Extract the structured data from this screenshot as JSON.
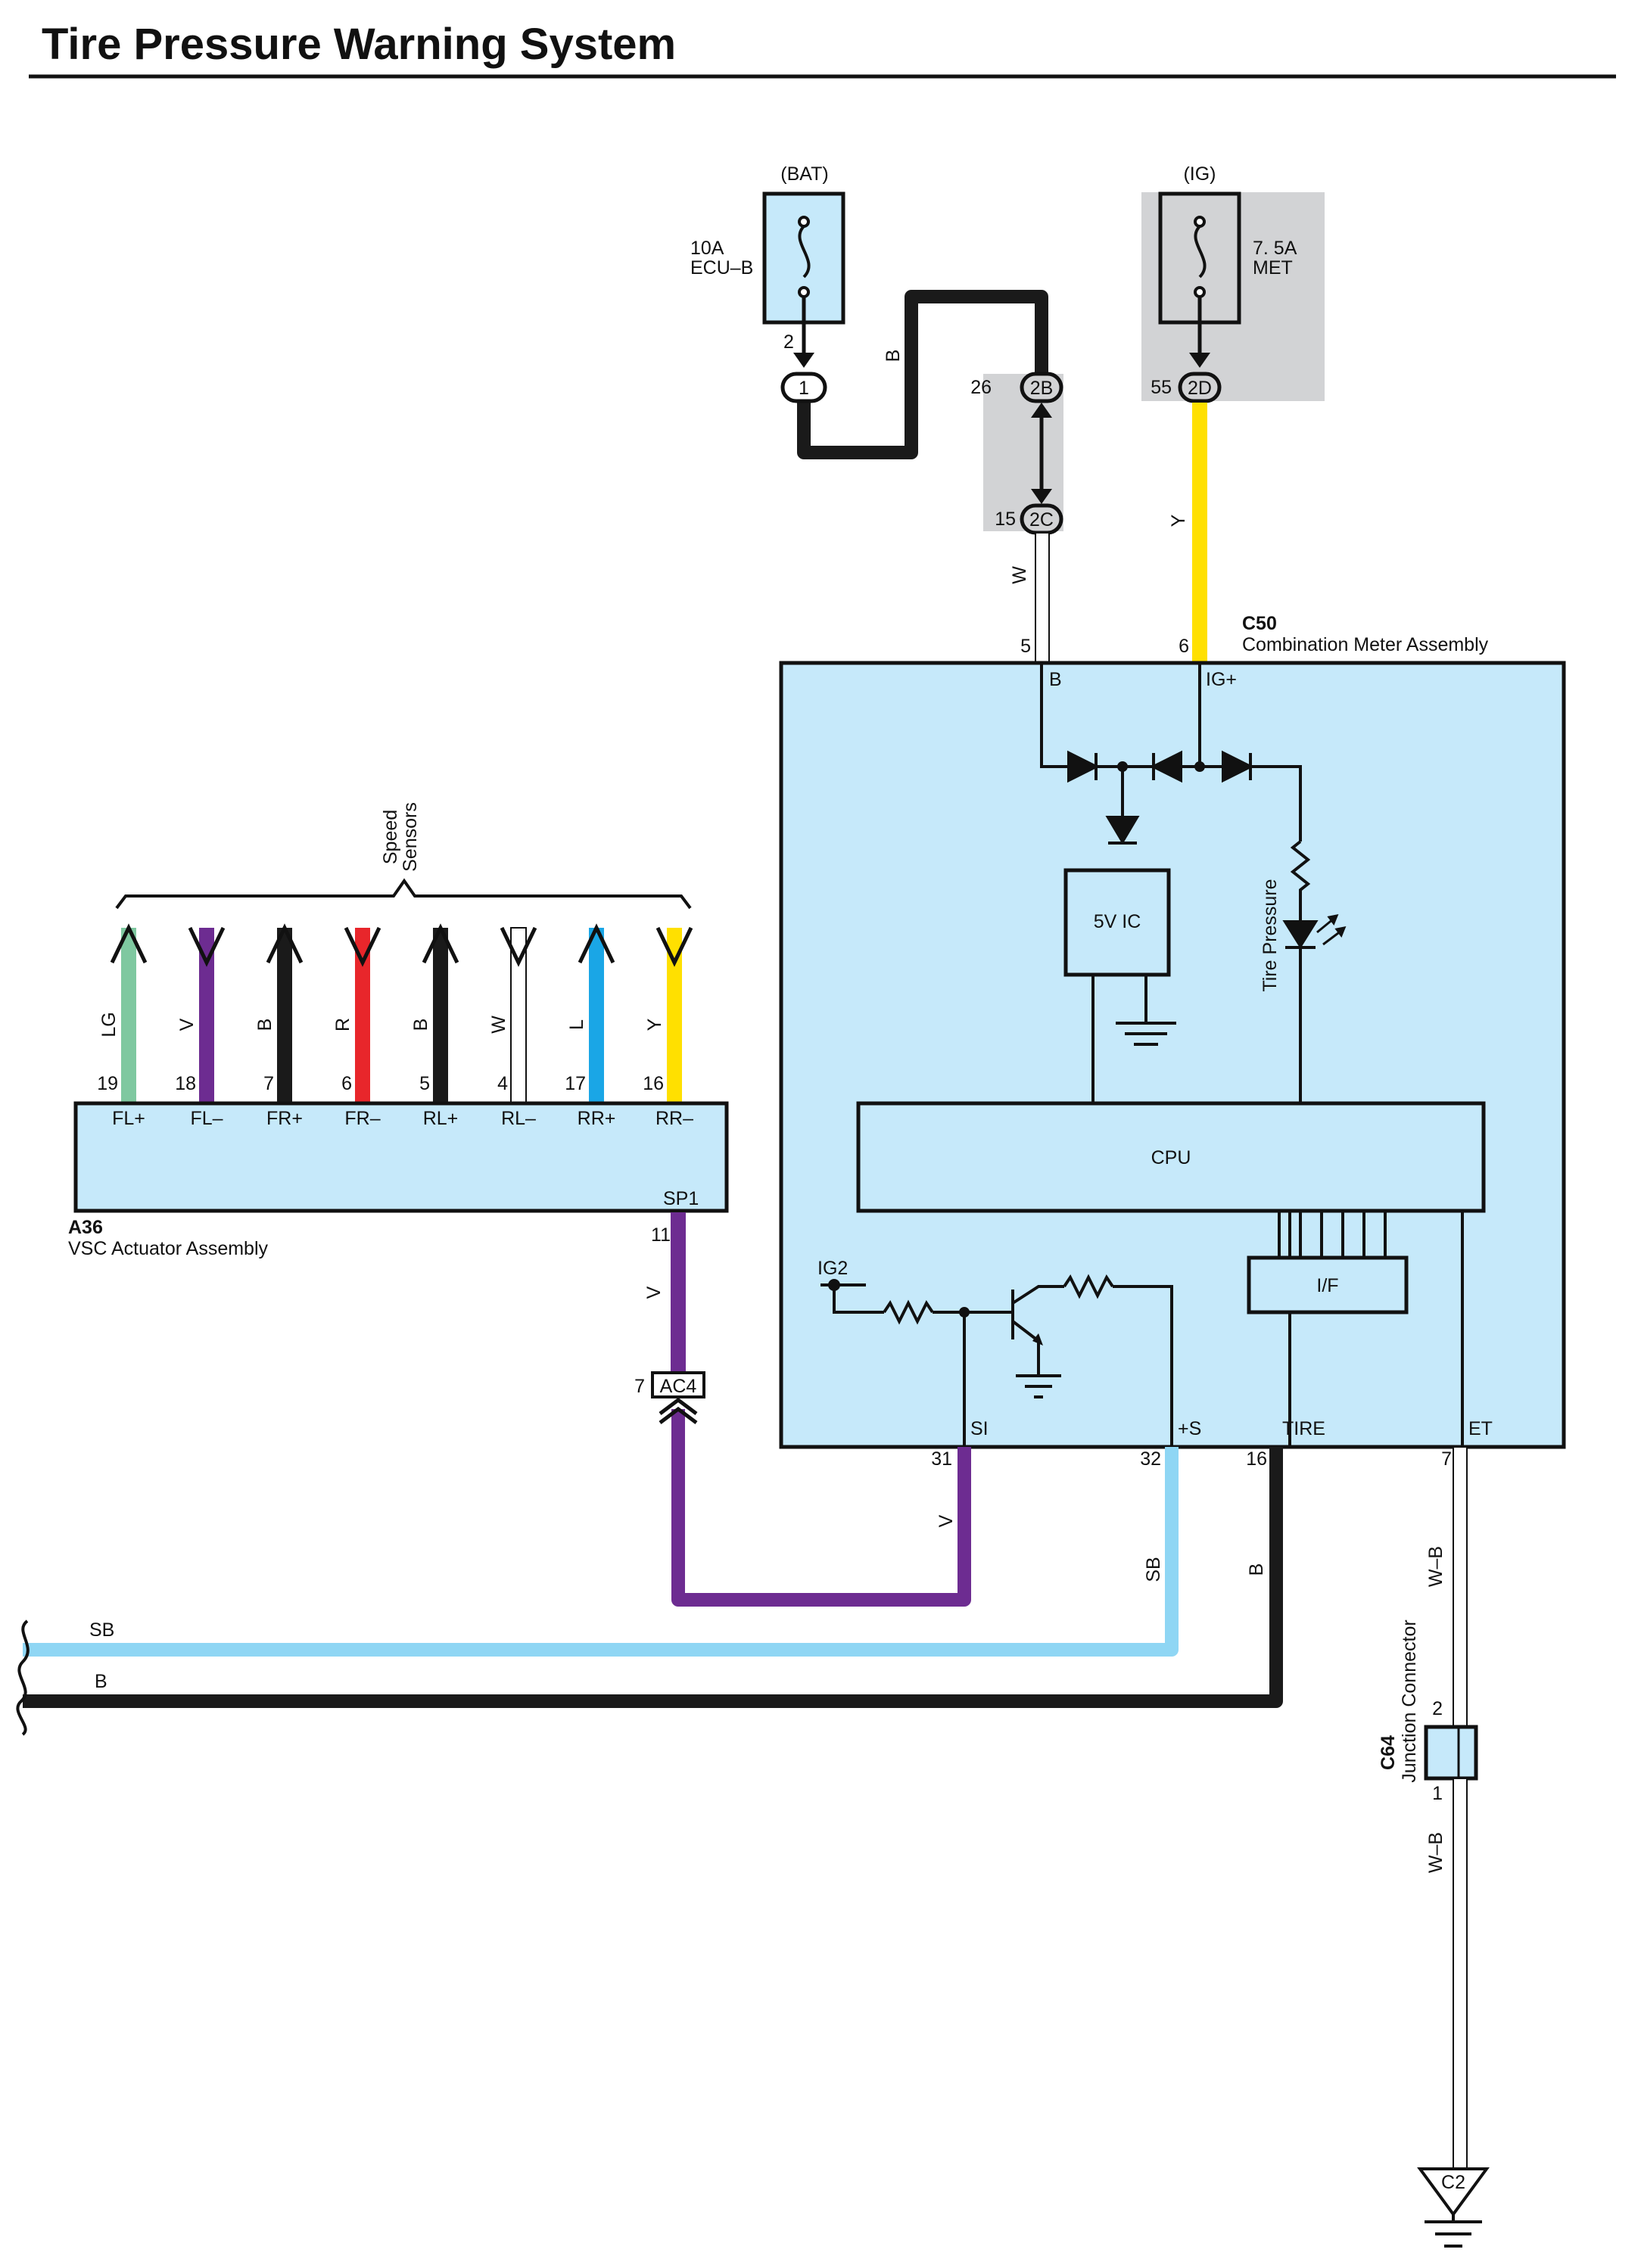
{
  "title": "Tire Pressure Warning System",
  "colors": {
    "body_fill": "#c6e9fa",
    "gray_box": "#d2d3d5",
    "wire_B": "#1a1a1a",
    "wire_W": "#ffffff",
    "wire_Y": "#ffe000",
    "wire_V": "#6d2c91",
    "wire_SB": "#8fd6f4",
    "wire_LG": "#7fc8a0",
    "wire_R": "#e8262b",
    "wire_L": "#1aa6e6",
    "wire_WB": "#ffffff"
  },
  "fuses": {
    "bat": {
      "supply": "(BAT)",
      "rating": "10A",
      "name": "ECU–B",
      "pin": "2",
      "connector": "1"
    },
    "ig": {
      "supply": "(IG)",
      "rating": "7. 5A",
      "name": "MET",
      "pin": "55",
      "connector": "2D"
    }
  },
  "junction": {
    "upper": {
      "pin": "26",
      "connector": "2B"
    },
    "lower": {
      "pin": "15",
      "connector": "2C"
    }
  },
  "wire_labels": {
    "bat_to_2b": "B",
    "w_to_meter": "W",
    "y_to_meter": "Y",
    "sp1_down": "V",
    "si_wire": "V",
    "s_wire": "SB",
    "tire_wire": "B",
    "et_upper": "W–B",
    "et_lower": "W–B",
    "sb_out": "SB",
    "b_out": "B"
  },
  "meter": {
    "code": "C50",
    "name": "Combination Meter Assembly",
    "in_pins": [
      {
        "pin": "5",
        "terminal": "B"
      },
      {
        "pin": "6",
        "terminal": "IG+"
      }
    ],
    "ic_label": "5V IC",
    "cpu_label": "CPU",
    "if_label": "I/F",
    "lamp_label": "Tire Pressure",
    "ig2_label": "IG2",
    "out_pins": [
      {
        "pin": "31",
        "terminal": "SI"
      },
      {
        "pin": "32",
        "terminal": "+S"
      },
      {
        "pin": "16",
        "terminal": "TIRE"
      },
      {
        "pin": "7",
        "terminal": "ET"
      }
    ]
  },
  "vsc": {
    "code": "A36",
    "name": "VSC Actuator Assembly",
    "group_label_1": "Speed",
    "group_label_2": "Sensors",
    "sp1_terminal": "SP1",
    "sp1_pin": "11",
    "sensors": [
      {
        "terminal": "FL+",
        "pin": "19",
        "wire": "LG"
      },
      {
        "terminal": "FL–",
        "pin": "18",
        "wire": "V"
      },
      {
        "terminal": "FR+",
        "pin": "7",
        "wire": "B"
      },
      {
        "terminal": "FR–",
        "pin": "6",
        "wire": "R"
      },
      {
        "terminal": "RL+",
        "pin": "5",
        "wire": "B"
      },
      {
        "terminal": "RL–",
        "pin": "4",
        "wire": "W"
      },
      {
        "terminal": "RR+",
        "pin": "17",
        "wire": "L"
      },
      {
        "terminal": "RR–",
        "pin": "16",
        "wire": "Y"
      }
    ]
  },
  "ac4": {
    "pin": "7",
    "connector": "AC4"
  },
  "c64": {
    "code": "C64",
    "name": "Junction Connector",
    "pin_top": "2",
    "pin_bottom": "1"
  },
  "ground": {
    "label": "C2"
  }
}
